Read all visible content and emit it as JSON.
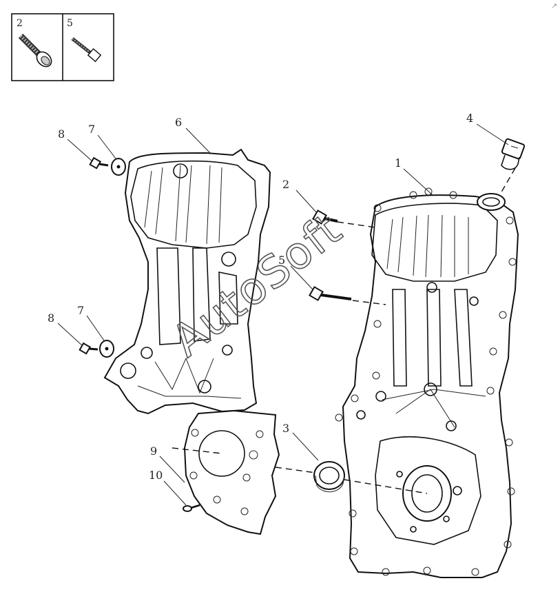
{
  "legend": {
    "items": [
      {
        "number": "2",
        "icon": "flange-bolt-icon"
      },
      {
        "number": "5",
        "icon": "long-bolt-icon"
      }
    ]
  },
  "parts": {
    "p1": "1",
    "p2": "2",
    "p3": "3",
    "p4": "4",
    "p5": "5",
    "p6": "6",
    "p7a": "7",
    "p7b": "7",
    "p8a": "8",
    "p8b": "8",
    "p9": "9",
    "p10": "10"
  },
  "watermark": "AutoSoft",
  "corner_mark": "↗"
}
